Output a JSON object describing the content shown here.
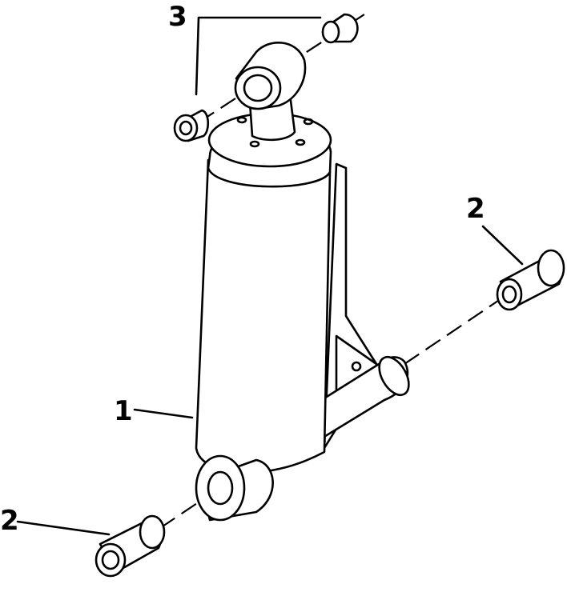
{
  "callouts": {
    "cylinder": "1",
    "bushing_right": "2",
    "bushing_left": "2",
    "bushing_top": "3"
  }
}
